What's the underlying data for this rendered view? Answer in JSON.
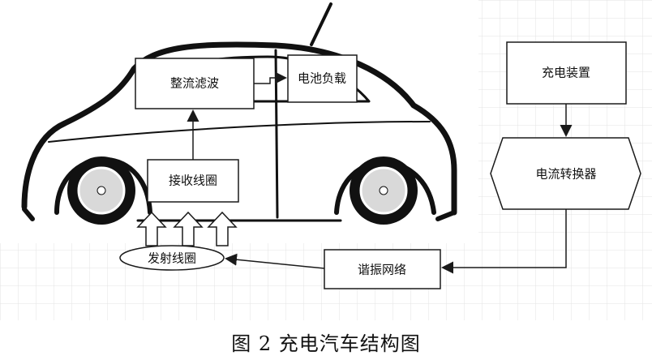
{
  "diagram": {
    "nodes": {
      "rectifier_filter": "整流滤波",
      "battery_load": "电池负载",
      "receiving_coil": "接收线圈",
      "transmitting_coil": "发射线圈",
      "resonant_network": "谐振网络",
      "charging_device": "充电装置",
      "current_converter": "电流转换器"
    }
  },
  "caption": "图 2 充电汽车结构图",
  "colors": {
    "stroke": "#1a1a1a",
    "grid": "#e3e3e3",
    "car": "#111111",
    "wheel_hub": "#d9d9d9"
  }
}
